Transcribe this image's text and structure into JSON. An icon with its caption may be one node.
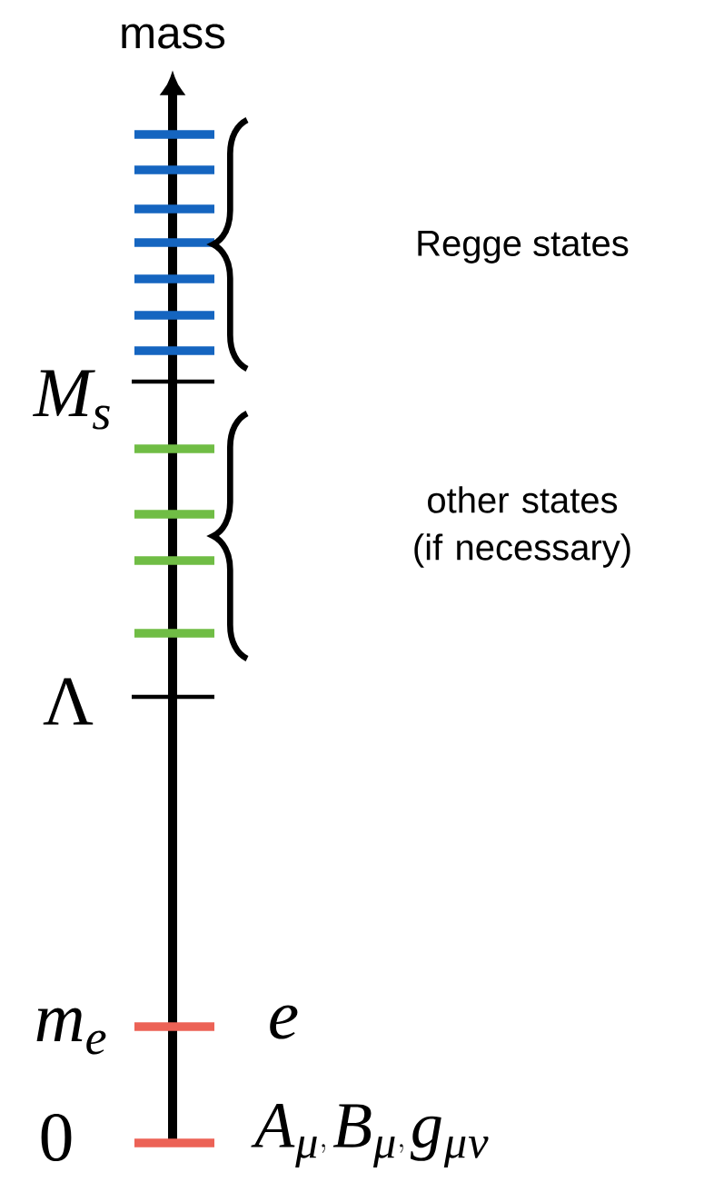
{
  "diagram": {
    "labels": [
      "mass",
      "Regge states",
      "M_s",
      "other states (if necessary)",
      "\\Lambda",
      "m_e",
      "e",
      "0",
      "A_\\mu, B_\\mu, g_{\\mu\\nu}"
    ]
  }
}
